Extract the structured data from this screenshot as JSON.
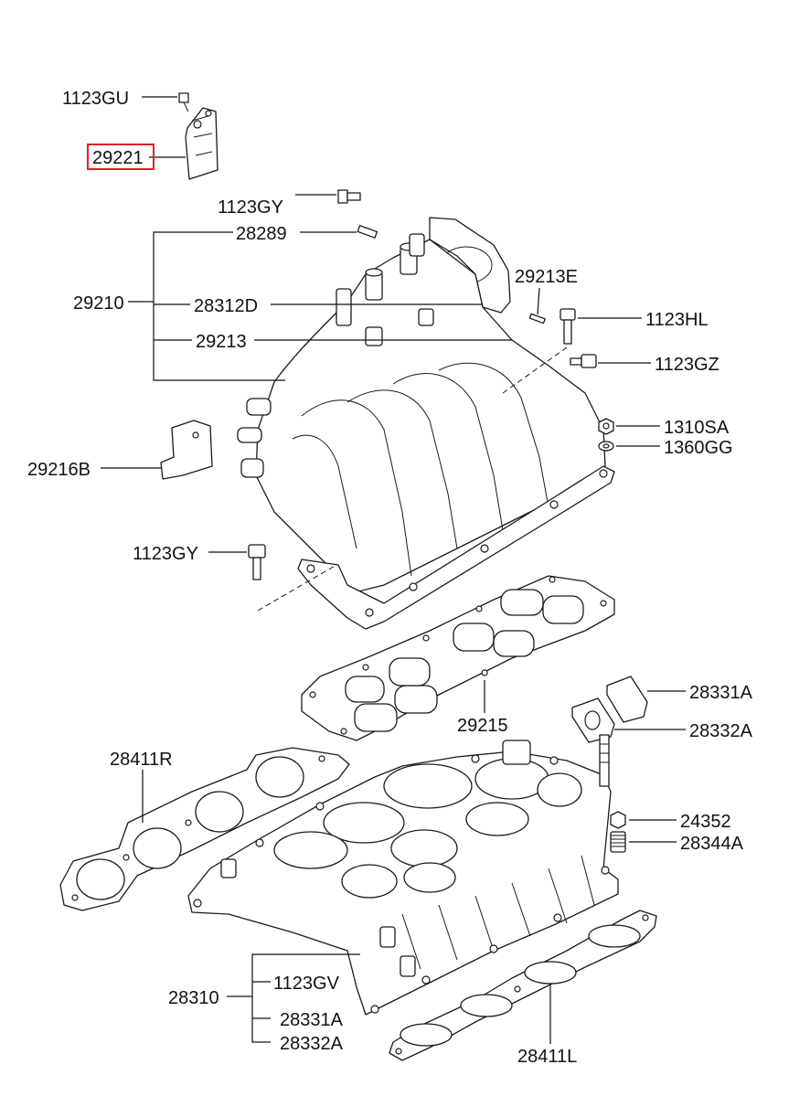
{
  "labels": {
    "p1123GU": "1123GU",
    "p29221": "29221",
    "p1123GY_top": "1123GY",
    "p28289": "28289",
    "p29210": "29210",
    "p28312D": "28312D",
    "p29213E": "29213E",
    "p1123HL": "1123HL",
    "p29213": "29213",
    "p1123GZ": "1123GZ",
    "p1310SA": "1310SA",
    "p1360GG": "1360GG",
    "p29216B": "29216B",
    "p1123GY_mid": "1123GY",
    "p28331A_top": "28331A",
    "p28332A_top": "28332A",
    "p29215": "29215",
    "p28411R": "28411R",
    "p24352": "24352",
    "p28344A": "28344A",
    "p28310": "28310",
    "p1123GV": "1123GV",
    "p28331A_bot": "28331A",
    "p28332A_bot": "28332A",
    "p28411L": "28411L"
  },
  "colors": {
    "highlight": "#e02020",
    "line": "#111111",
    "background": "#ffffff"
  },
  "highlighted_part": "29221"
}
